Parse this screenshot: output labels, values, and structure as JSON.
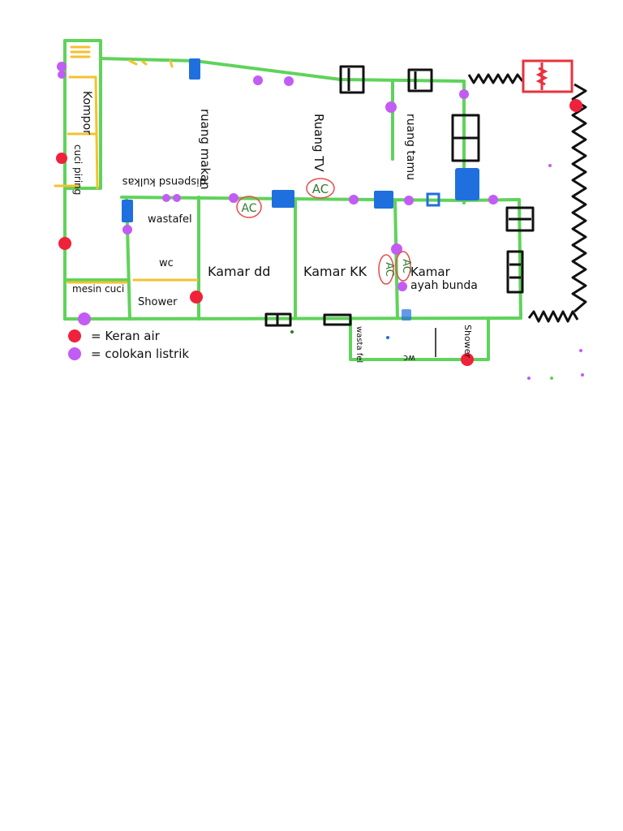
{
  "rooms": {
    "kompor": "Kompor",
    "cuci_piring": "cuci piring",
    "ruang_makan": "ruang makan",
    "ruang_tv": "Ruang TV",
    "ruang_tamu": "ruang tamu",
    "dispenser_kulkas": "dispensd kulkas",
    "wastafel": "wastafel",
    "wc": "wc",
    "shower": "Shower",
    "kamar_dd": "Kamar dd",
    "kamar_kk": "Kamar KK",
    "kamar_ayah_1": "Kamar",
    "kamar_ayah_2": "ayah bunda",
    "mesin_cuci": "mesin cuci",
    "wastafel_2": "wasta fel",
    "wc_2": "wc",
    "shower_2": "Shower"
  },
  "ac_labels": [
    "AC",
    "AC",
    "AC",
    "AC"
  ],
  "legend": {
    "red_item": "= Keran air",
    "purple_item": "= colokan listrik",
    "red_color": "#f0213a",
    "purple_color": "#c25cf5"
  },
  "colors": {
    "wall": "#5fd35a",
    "yellow": "#f2c230",
    "blue": "#1f6fde",
    "gate": "#e8323c",
    "fence": "#111111",
    "ac_circle": "#e84c4c",
    "ac_text": "#2f7a2f"
  }
}
